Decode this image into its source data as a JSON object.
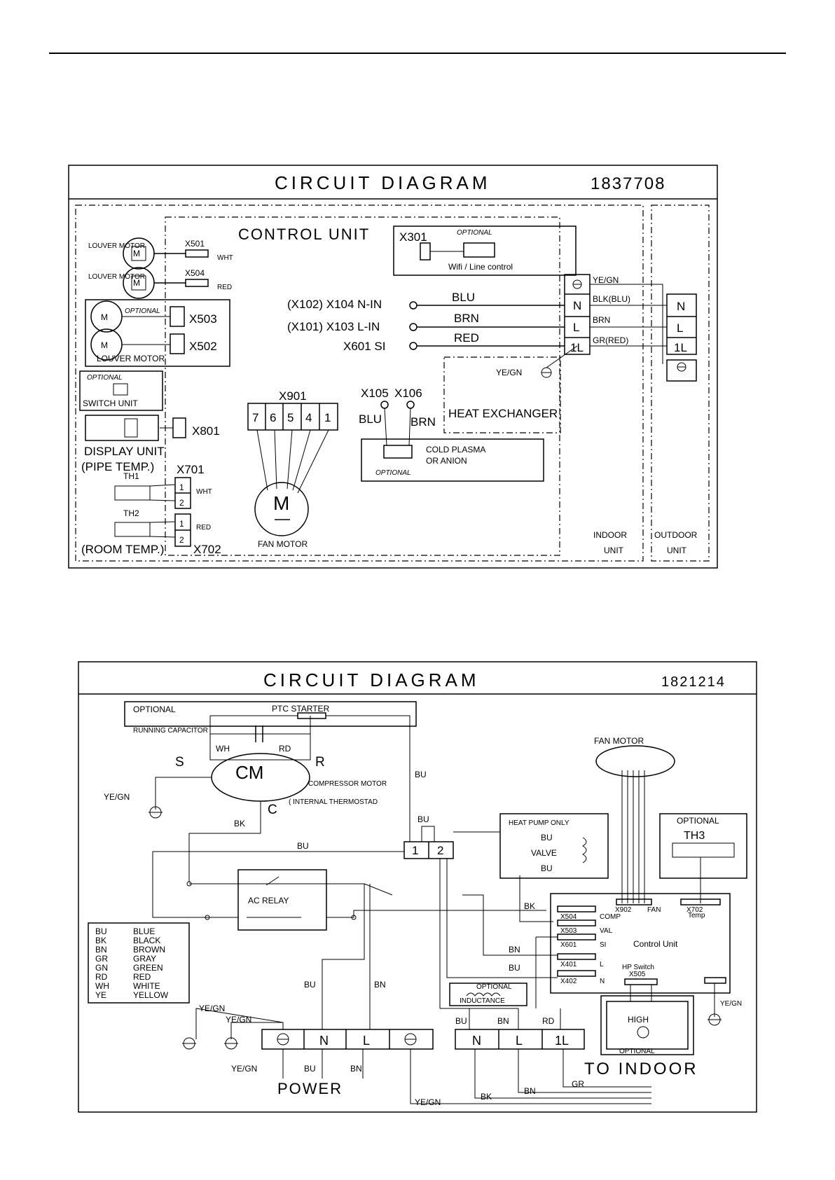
{
  "diagram1": {
    "title": "CIRCUIT DIAGRAM",
    "number": "1837708",
    "control_unit": "CONTROL UNIT",
    "louver_motor_label": "LOUVER MOTOR",
    "louver_motor_1": "LOUVER MOTOR",
    "louver_motor_2": "LOUVER MOTOR",
    "x501": "X501",
    "wht1": "WHT",
    "x504": "X504",
    "red1": "RED",
    "optional": "OPTIONAL",
    "x503": "X503",
    "x502": "X502",
    "x301": "X301",
    "wifi": "Wifi / Line control",
    "ye_gn": "YE/GN",
    "n_in": "(X102) X104 N-IN",
    "l_in": "(X101) X103 L-IN",
    "si": "X601 SI",
    "blu": "BLU",
    "brn": "BRN",
    "red": "RED",
    "blk_blu": "BLK(BLU)",
    "brn2": "BRN",
    "gr_red": "GR(RED)",
    "term_n": "N",
    "term_l": "L",
    "term_1l": "1L",
    "ye_gn2": "YE/GN",
    "heat_exchanger": "HEAT EXCHANGER",
    "switch_unit": "SWITCH UNIT",
    "display_unit": "DISPLAY UNIT",
    "x801": "X801",
    "pipe_temp": "(PIPE TEMP.)",
    "x701": "X701",
    "th1": "TH1",
    "th2": "TH2",
    "wht2": "WHT",
    "red2": "RED",
    "room_temp": "(ROOM TEMP.)",
    "x702": "X702",
    "x901": "X901",
    "x901_pins": [
      "7",
      "6",
      "5",
      "4",
      "1"
    ],
    "fan_motor": "FAN MOTOR",
    "motor_m": "M",
    "x105": "X105",
    "x106": "X106",
    "blu2": "BLU",
    "brn3": "BRN",
    "cold_plasma": "COLD PLASMA",
    "or_anion": "OR ANION",
    "indoor": "INDOOR",
    "outdoor": "OUTDOOR",
    "unit": "UNIT",
    "pin1": "1",
    "pin2": "2"
  },
  "diagram2": {
    "title": "CIRCUIT DIAGRAM",
    "number": "1821214",
    "optional": "OPTIONAL",
    "ptc_starter": "PTC STARTER",
    "running_capacitor": "RUNNING CAPACITOR",
    "wh": "WH",
    "rd": "RD",
    "s": "S",
    "r": "R",
    "c": "C",
    "cm": "CM",
    "compressor_motor": "COMPRESSOR MOTOR",
    "internal_thermostat": "( INTERNAL THERMOSTAD",
    "ye_gn": "YE/GN",
    "bk": "BK",
    "bu": "BU",
    "fan_motor": "FAN MOTOR",
    "heat_pump_only": "HEAT PUMP ONLY",
    "valve": "VALVE",
    "th3": "TH3",
    "ac_relay": "AC RELAY",
    "control_unit": "Control Unit",
    "x902": "X902",
    "fan": "FAN",
    "x702": "X702",
    "temp": "Temp",
    "x504": "X504",
    "comp": "COMP",
    "x503": "X503",
    "val": "VAL",
    "x601": "X601",
    "si": "SI",
    "x401": "X401",
    "l": "L",
    "x402": "X402",
    "n": "N",
    "hp_switch": "HP Switch",
    "x505": "X505",
    "high": "HIGH",
    "inductance": "INDUCTANCE",
    "bn": "BN",
    "rd2": "RD",
    "power": "POWER",
    "to_indoor": "TO INDOOR",
    "gr": "GR",
    "one_l": "1L",
    "t1": "1",
    "t2": "2",
    "legend": [
      {
        "code": "BU",
        "name": "BLUE"
      },
      {
        "code": "BK",
        "name": "BLACK"
      },
      {
        "code": "BN",
        "name": "BROWN"
      },
      {
        "code": "GR",
        "name": "GRAY"
      },
      {
        "code": "GN",
        "name": "GREEN"
      },
      {
        "code": "RD",
        "name": "RED"
      },
      {
        "code": "WH",
        "name": "WHITE"
      },
      {
        "code": "YE",
        "name": "YELLOW"
      }
    ]
  }
}
